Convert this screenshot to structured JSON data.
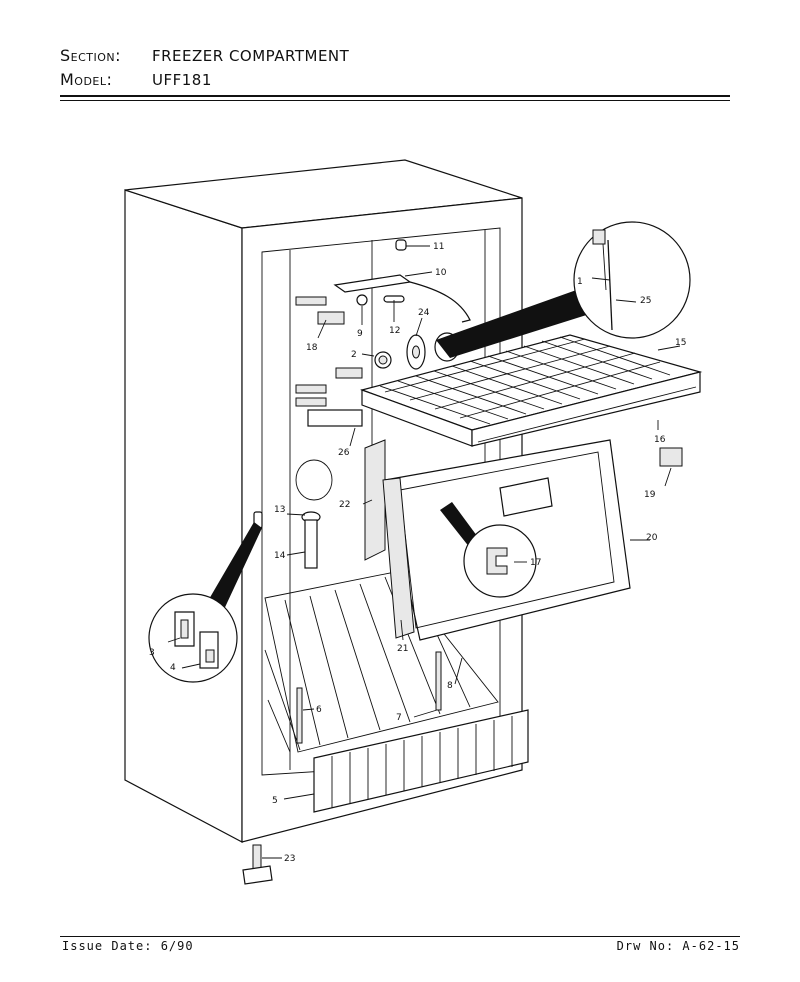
{
  "header": {
    "section_label": "Section:",
    "section_value": "FREEZER COMPARTMENT",
    "model_label": "Model:",
    "model_value": "UFF181"
  },
  "footer": {
    "issue_date": "Issue Date: 6/90",
    "drawing_no": "Drw No: A-62-15"
  },
  "callouts": {
    "c1": "1",
    "c2": "2",
    "c3": "3",
    "c4": "4",
    "c5": "5",
    "c6": "6",
    "c7": "7",
    "c8": "8",
    "c9": "9",
    "c10": "10",
    "c11": "11",
    "c12": "12",
    "c13": "13",
    "c14": "14",
    "c15": "15",
    "c16": "16",
    "c17": "17",
    "c18": "18",
    "c19": "19",
    "c20": "20",
    "c21": "21",
    "c22": "22",
    "c23": "23",
    "c24": "24",
    "c25": "25",
    "c26": "26"
  }
}
